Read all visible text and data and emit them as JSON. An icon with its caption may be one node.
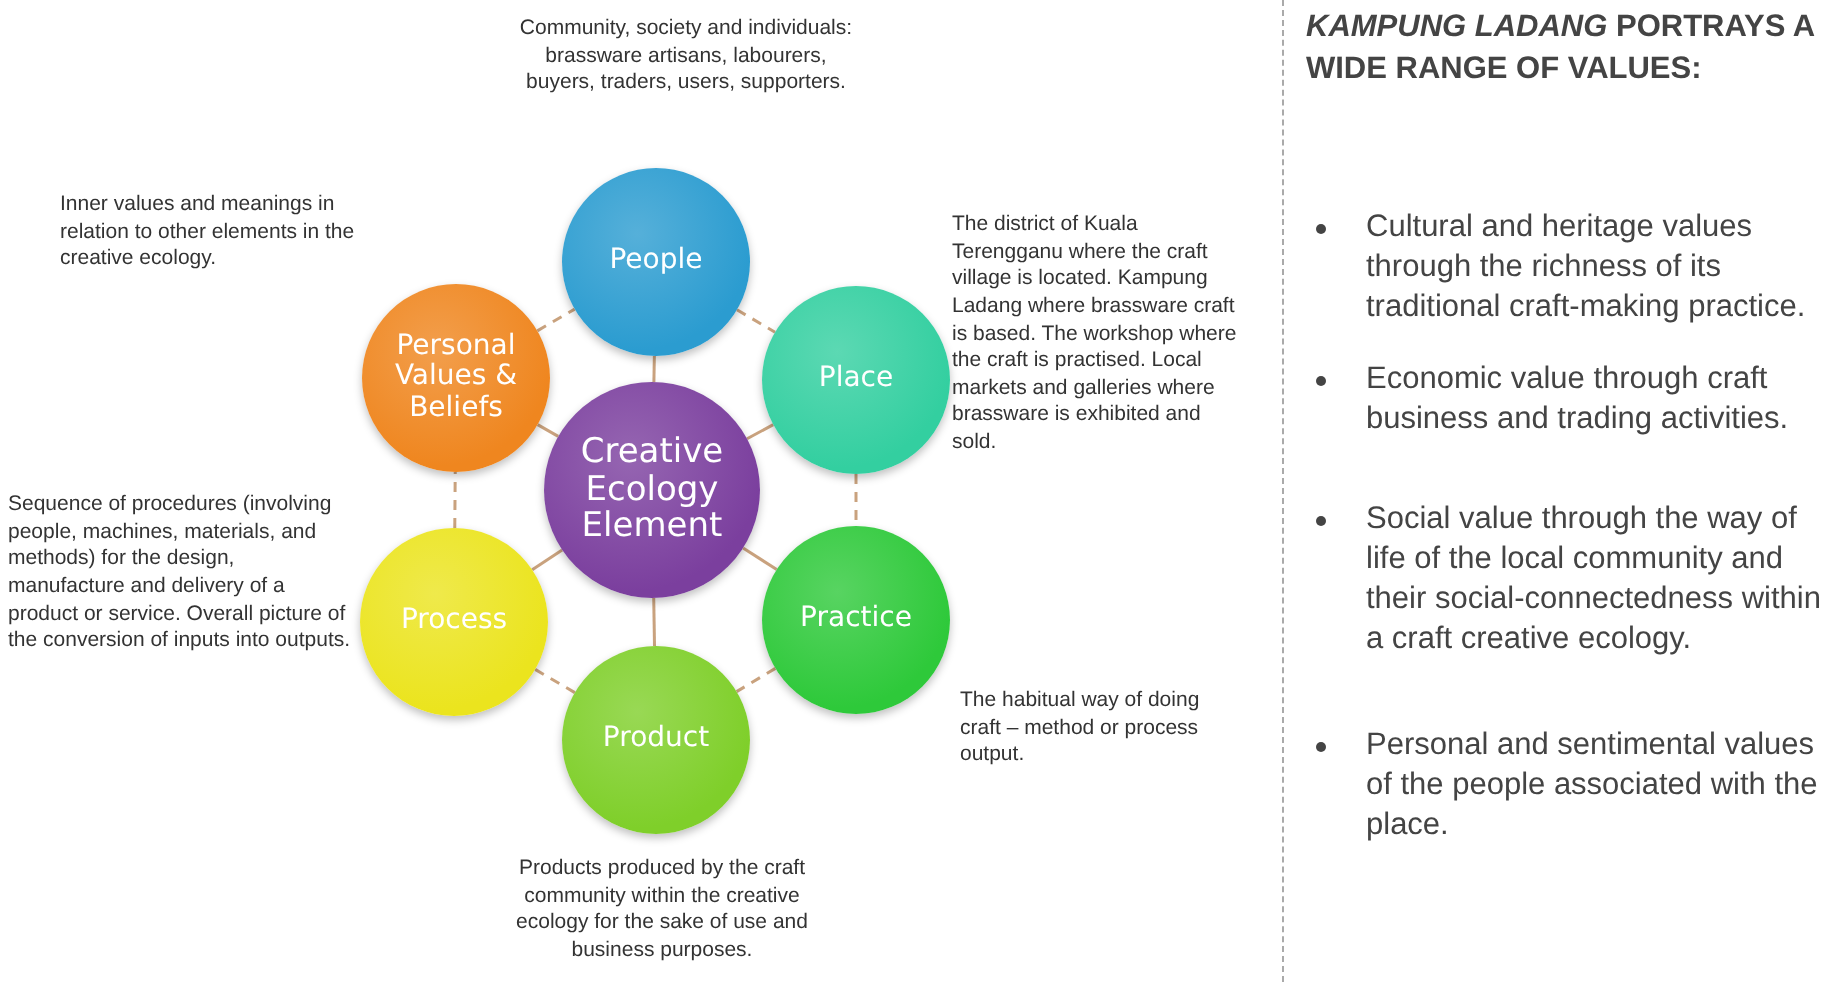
{
  "diagram": {
    "nodes": [
      {
        "text": [
          "Creative Ecology Element"
        ]
      },
      {
        "text": [
          "People"
        ],
        "beside": [
          "Community, society and individuals: brassware artisans, labourers, buyers, traders, users, supporters."
        ]
      },
      {
        "text": [
          "Place"
        ],
        "beside": [
          "The district of Kuala Terengganu where the craft village is located. Kampung Ladang where brassware craft is based. The workshop where the craft is practised. Local markets and galleries where brassware is exhibited and sold."
        ]
      },
      {
        "text": [
          "Practice"
        ],
        "beside": [
          "The habitual way of doing craft – method or process output."
        ]
      },
      {
        "text": [
          "Product"
        ],
        "beside": [
          "Products produced by the craft community within the creative ecology for the sake of use and business purposes."
        ]
      },
      {
        "text": [
          "Process"
        ],
        "beside": [
          "Sequence of procedures (involving people, machines, materials, and methods) for the design, manufacture and delivery of a product or service. Overall picture of the conversion of inputs into outputs."
        ]
      },
      {
        "text": [
          "Personal Values & Beliefs"
        ],
        "beside": [
          "Inner values and meanings in relation to other elements in the creative ecology."
        ]
      }
    ],
    "edges": [
      {
        "from": 0,
        "to": 1,
        "arrow": "none"
      },
      {
        "from": 0,
        "to": 2,
        "arrow": "none"
      },
      {
        "from": 0,
        "to": 3,
        "arrow": "none"
      },
      {
        "from": 0,
        "to": 4,
        "arrow": "none"
      },
      {
        "from": 0,
        "to": 5,
        "arrow": "none"
      },
      {
        "from": 0,
        "to": 6,
        "arrow": "none"
      },
      {
        "from": 1,
        "to": 2,
        "arrow": "none",
        "style": "dashed"
      },
      {
        "from": 2,
        "to": 3,
        "arrow": "none",
        "style": "dashed"
      },
      {
        "from": 3,
        "to": 4,
        "arrow": "none",
        "style": "dashed"
      },
      {
        "from": 4,
        "to": 5,
        "arrow": "none",
        "style": "dashed"
      },
      {
        "from": 5,
        "to": 6,
        "arrow": "none",
        "style": "dashed"
      },
      {
        "from": 6,
        "to": 1,
        "arrow": "none",
        "style": "dashed"
      }
    ],
    "labels": [
      "*KAMPUNG LADANG* PORTRAYS A WIDE RANGE OF VALUES:",
      "Cultural and heritage values through the richness of its traditional craft-making practice.",
      "Economic value through craft business and trading activities.",
      "Social value through the way of life of the local community and their social-connectedness within a craft creative ecology.",
      "Personal and sentimental values of the people associated with the place."
    ]
  }
}
